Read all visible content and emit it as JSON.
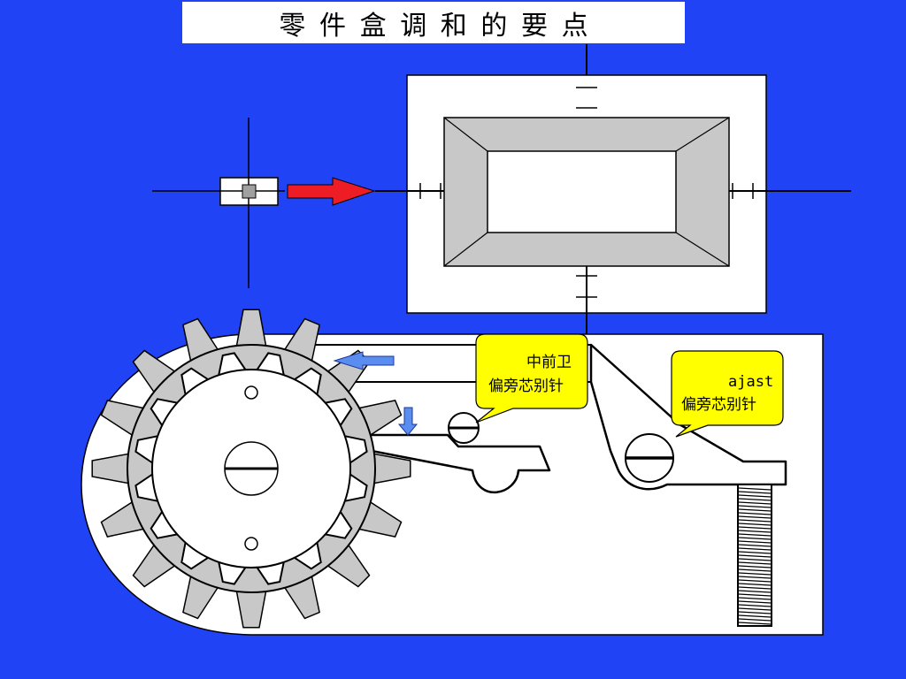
{
  "title": "零件盒调和的要点",
  "callouts": [
    {
      "line1": "中前卫",
      "line2": "偏旁芯别针"
    },
    {
      "line1": "ajast",
      "line2": "偏旁芯别针"
    }
  ],
  "colors": {
    "background": "#1f43f5",
    "panel": "#ffffff",
    "gray": "#c8c8c8",
    "callout": "#ffff00",
    "arrow_red": "#ee1c24",
    "arrow_blue": "#5b8cf0"
  }
}
